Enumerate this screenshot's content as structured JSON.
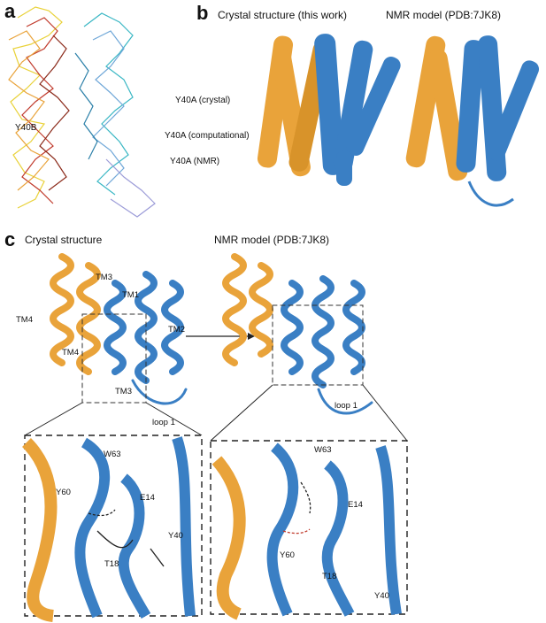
{
  "panels": {
    "a": {
      "letter": "a",
      "labels": {
        "y40b": "Y40B",
        "y40a_crystal": "Y40A (crystal)",
        "y40a_comp": "Y40A (computational)",
        "y40a_nmr": "Y40A (NMR)"
      }
    },
    "b": {
      "letter": "b",
      "crystal_title": "Crystal structure (this work)",
      "nmr_title": "NMR model (PDB:7JK8)"
    },
    "c": {
      "letter": "c",
      "crystal_title": "Crystal structure",
      "nmr_title": "NMR model (PDB:7JK8)",
      "crystal_labels": {
        "tm3_top": "TM3",
        "tm1": "TM1",
        "tm4_left": "TM4",
        "tm4_mid": "TM4",
        "tm2": "TM2",
        "tm3_bottom": "TM3",
        "loop1": "loop 1"
      },
      "nmr_labels": {
        "loop1": "loop 1"
      },
      "inset_crystal": {
        "w63": "W63",
        "y60": "Y60",
        "e14": "E14",
        "y40": "Y40",
        "t18": "T18"
      },
      "inset_nmr": {
        "w63": "W63",
        "e14": "E14",
        "y60": "Y60",
        "t18": "T18",
        "y40": "Y40"
      }
    }
  },
  "colors": {
    "orange": "#E9A33A",
    "blue": "#3A7FC4",
    "teal": "#3AB7C4",
    "red": "#C0392B",
    "yellow": "#E9D23A",
    "lavender": "#9C9CD8"
  }
}
